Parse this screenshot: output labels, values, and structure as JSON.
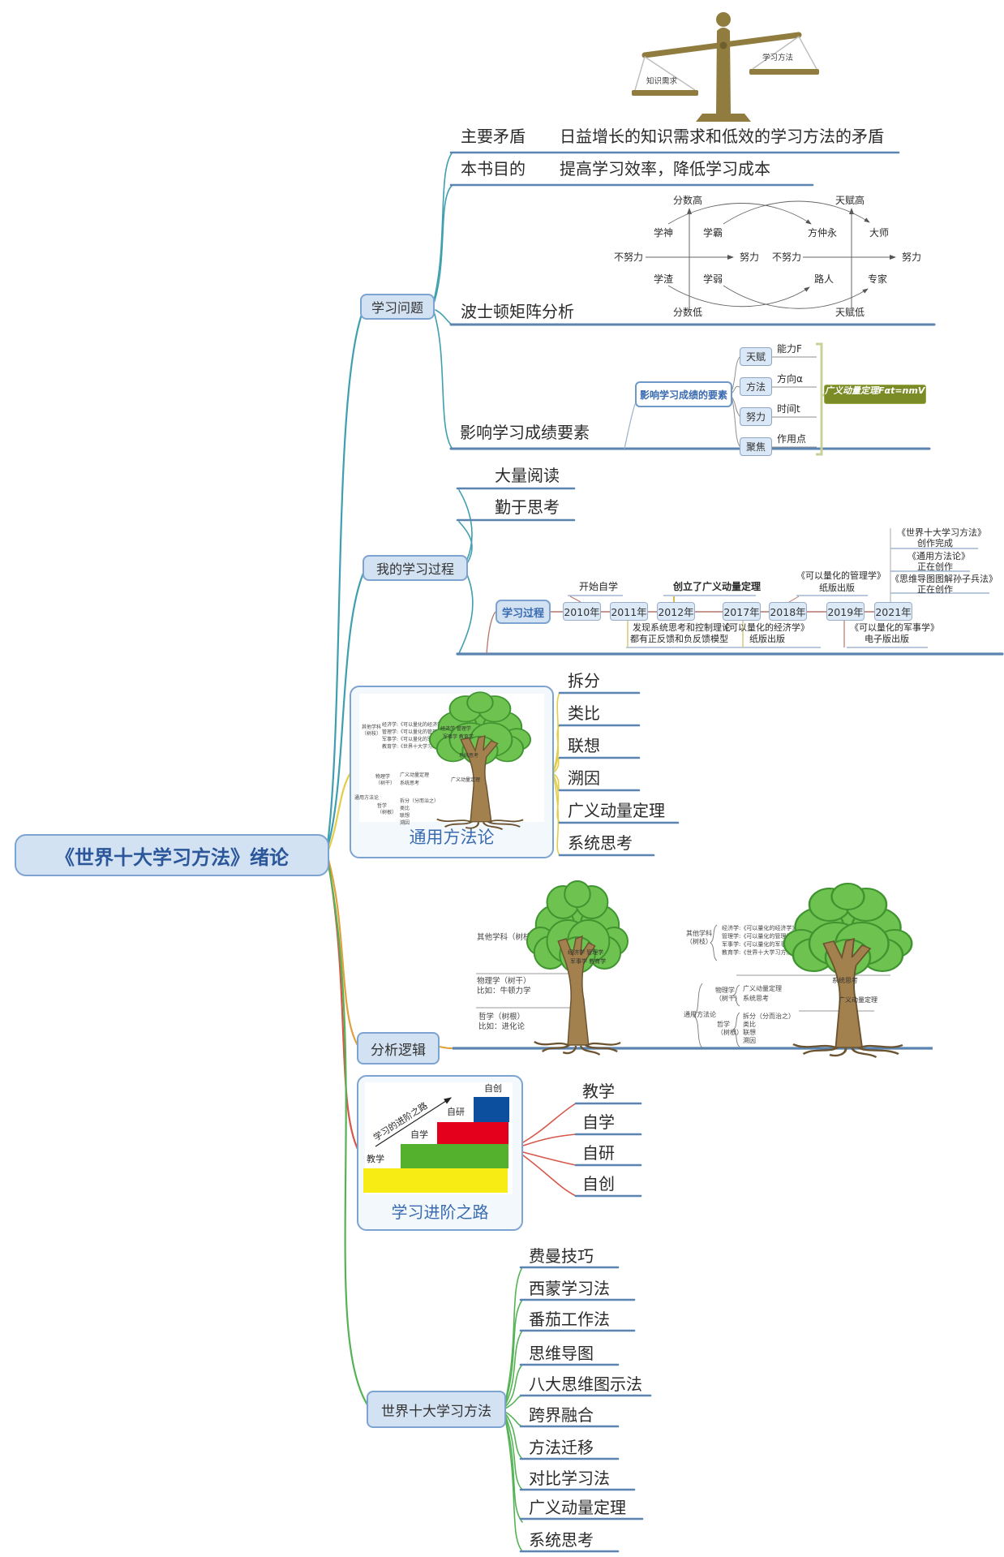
{
  "root_label": "《世界十大学习方法》绪论",
  "scale": {
    "left": "知识需求",
    "right": "学习方法"
  },
  "lp": {
    "label": "学习问题",
    "row1_key": "主要矛盾",
    "row1_val": "日益增长的知识需求和低效的学习方法的矛盾",
    "row2_key": "本书目的",
    "row2_val": "提高学习效率，降低学习成本",
    "row3": "波士顿矩阵分析",
    "row4": "影响学习成绩要素",
    "mx": {
      "l_top": "分数高",
      "l_bottom": "分数低",
      "l_tl": "学神",
      "l_tr": "学霸",
      "l_bl": "学渣",
      "l_br": "学弱",
      "l_xn": "不努力",
      "l_xp": "努力",
      "r_top": "天赋高",
      "r_bottom": "天赋低",
      "r_tl": "方仲永",
      "r_tr": "大师",
      "r_bl": "路人",
      "r_br": "专家",
      "r_xn": "不努力",
      "r_xp": "努力"
    },
    "fx": {
      "main": "影响学习成绩的要素",
      "b1": "天赋",
      "l1": "能力F",
      "b2": "方法",
      "l2": "方向α",
      "b3": "努力",
      "l3": "时间t",
      "b4": "聚焦",
      "l4": "作用点",
      "result": "广义动量定理Fαt=nmV"
    }
  },
  "mp": {
    "label": "我的学习过程",
    "row1": "大量阅读",
    "row2": "勤于思考",
    "tl": {
      "title": "学习过程",
      "y1": "2010年",
      "y2": "2011年",
      "y3": "2012年",
      "y4": "2017年",
      "y5": "2018年",
      "y6": "2019年",
      "y7": "2021年",
      "a1": "开始自学",
      "a2": "创立了广义动量定理",
      "a3a": "《可以量化的管理学》",
      "a3b": "纸版出版",
      "a4a": "《世界十大学习方法》",
      "a4b": "创作完成",
      "a5a": "《通用方法论》",
      "a5b": "正在创作",
      "a6a": "《思维导图图解孙子兵法》",
      "a6b": "正在创作",
      "b1a": "发现系统思考和控制理论",
      "b1b": "都有正反馈和负反馈模型",
      "b2a": "《可以量化的经济学》",
      "b2b": "纸版出版",
      "b3a": "《可以量化的军事学》",
      "b3b": "电子版出版"
    }
  },
  "gm": {
    "label": "通用方法论",
    "items": [
      "拆分",
      "类比",
      "联想",
      "溯因",
      "广义动量定理",
      "系统思考"
    ],
    "card": {
      "subj1": "其他学科",
      "subj2": "（树枝）",
      "s1": "经济学:《可以量化的经济学》",
      "s2": "管理学:《可以量化的管理学》",
      "s3": "军事学:《可以量化的军事学》",
      "s4": "教育学:《世界十大学习方法》",
      "meth": "通用方法论",
      "phy1": "物理学",
      "phy2": "（树干）",
      "p1": "广义动量定理",
      "p2": "系统思考",
      "phi1": "哲学",
      "phi2": "（树根）",
      "q1": "拆分（分而治之）",
      "q2": "类比",
      "q3": "联想",
      "q4": "溯因",
      "tw1": "系统思考",
      "tw2": "广义动量定理",
      "bw1": "经济学 管理学",
      "bw2": "军事学 教育学"
    }
  },
  "al": {
    "label": "分析逻辑",
    "left": {
      "l1": "其他学科（树枝）",
      "l2": "物理学（树干）",
      "l3": "比如：牛顿力学",
      "l4": "哲学（树根）",
      "l5": "比如：进化论",
      "bw1": "经济学 管理学",
      "bw2": "军事学 教育学"
    },
    "right": {
      "subj1": "其他学科",
      "subj2": "（树枝）",
      "s1": "经济学:《可以量化的经济学》",
      "s2": "管理学:《可以量化的管理学》",
      "s3": "军事学:《可以量化的军事学》",
      "s4": "教育学:《世界十大学习方法》",
      "meth": "通用方法论",
      "phy1": "物理学",
      "phy2": "（树干）",
      "p1": "广义动量定理",
      "p2": "系统思考",
      "phi1": "哲学",
      "phi2": "（树根）",
      "q1": "拆分（分而治之）",
      "q2": "类比",
      "q3": "联想",
      "q4": "溯因",
      "tw1": "系统思考",
      "tw2": "广义动量定理",
      "bw1": "经济学 管理学",
      "bw2": "军事学 教育学"
    }
  },
  "pa": {
    "label": "学习进阶之路",
    "caption": "学习进阶之路",
    "arrow": "学习的进阶之路",
    "s1": "教学",
    "s2": "自学",
    "s3": "自研",
    "s4": "自创",
    "items": [
      "教学",
      "自学",
      "自研",
      "自创"
    ]
  },
  "tm": {
    "label": "世界十大学习方法",
    "items": [
      "费曼技巧",
      "西蒙学习法",
      "番茄工作法",
      "思维导图",
      "八大思维图示法",
      "跨界融合",
      "方法迁移",
      "对比学习法",
      "广义动量定理",
      "系统思考"
    ]
  },
  "colors": {
    "node_fill": "#d3e2f3",
    "node_border": "#7da3d0",
    "underline": "#5b84b1",
    "teal": "#3f9fae",
    "yellow": "#e3cd49",
    "orange": "#e0a03a",
    "red": "#d6574b",
    "green": "#55b356",
    "olive_box": "#7b8b26",
    "stair_yellow": "#f7ec13",
    "stair_green": "#53b12e",
    "stair_red": "#e4001d",
    "stair_blue": "#0b4f9e"
  }
}
